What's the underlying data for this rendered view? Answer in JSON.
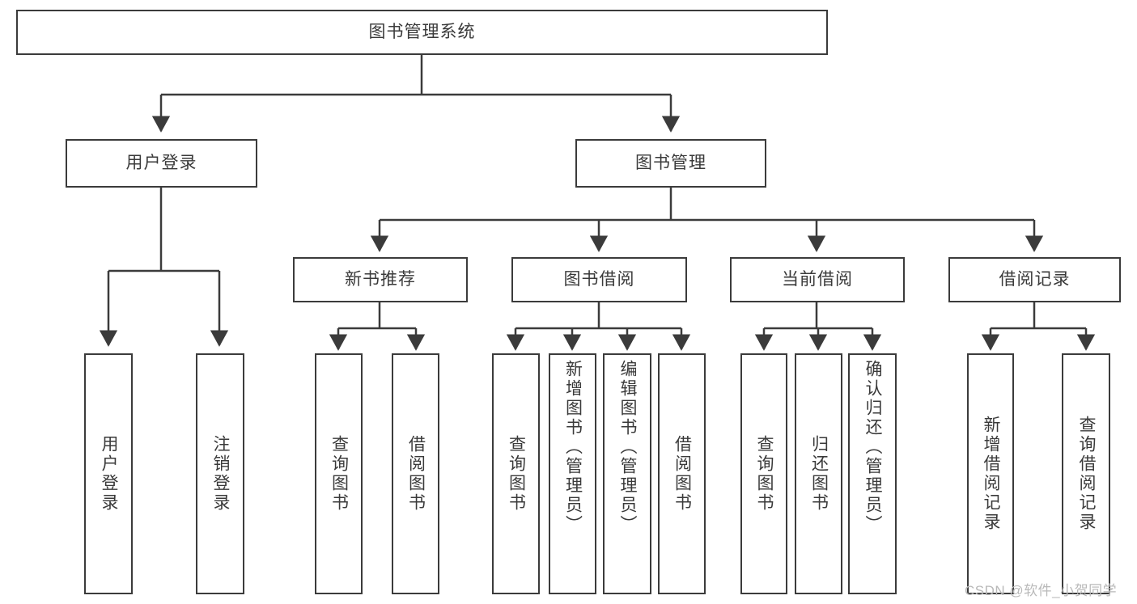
{
  "diagram": {
    "title": "图书管理系统",
    "root": {
      "label": "图书管理系统"
    },
    "level1": [
      {
        "label": "用户登录"
      },
      {
        "label": "图书管理"
      }
    ],
    "level2": [
      {
        "label": "新书推荐"
      },
      {
        "label": "图书借阅"
      },
      {
        "label": "当前借阅"
      },
      {
        "label": "借阅记录"
      }
    ],
    "leaves": {
      "user_login": [
        {
          "label": "用户登录"
        },
        {
          "label": "注销登录"
        }
      ],
      "new_book_recommend": [
        {
          "label": "查询图书"
        },
        {
          "label": "借阅图书"
        }
      ],
      "book_borrow": [
        {
          "label": "查询图书"
        },
        {
          "label": "新增图书（管理员）"
        },
        {
          "label": "编辑图书（管理员）"
        },
        {
          "label": "借阅图书"
        }
      ],
      "current_borrow": [
        {
          "label": "查询图书"
        },
        {
          "label": "归还图书"
        },
        {
          "label": "确认归还（管理员）"
        }
      ],
      "borrow_record": [
        {
          "label": "新增借阅记录"
        },
        {
          "label": "查询借阅记录"
        }
      ]
    }
  },
  "watermark": {
    "text": "CSDN @软件_小贺同学"
  },
  "colors": {
    "border": "#3b3b3b",
    "text": "#3a3a3a",
    "background": "#ffffff",
    "watermark": "#b9b9b9"
  }
}
